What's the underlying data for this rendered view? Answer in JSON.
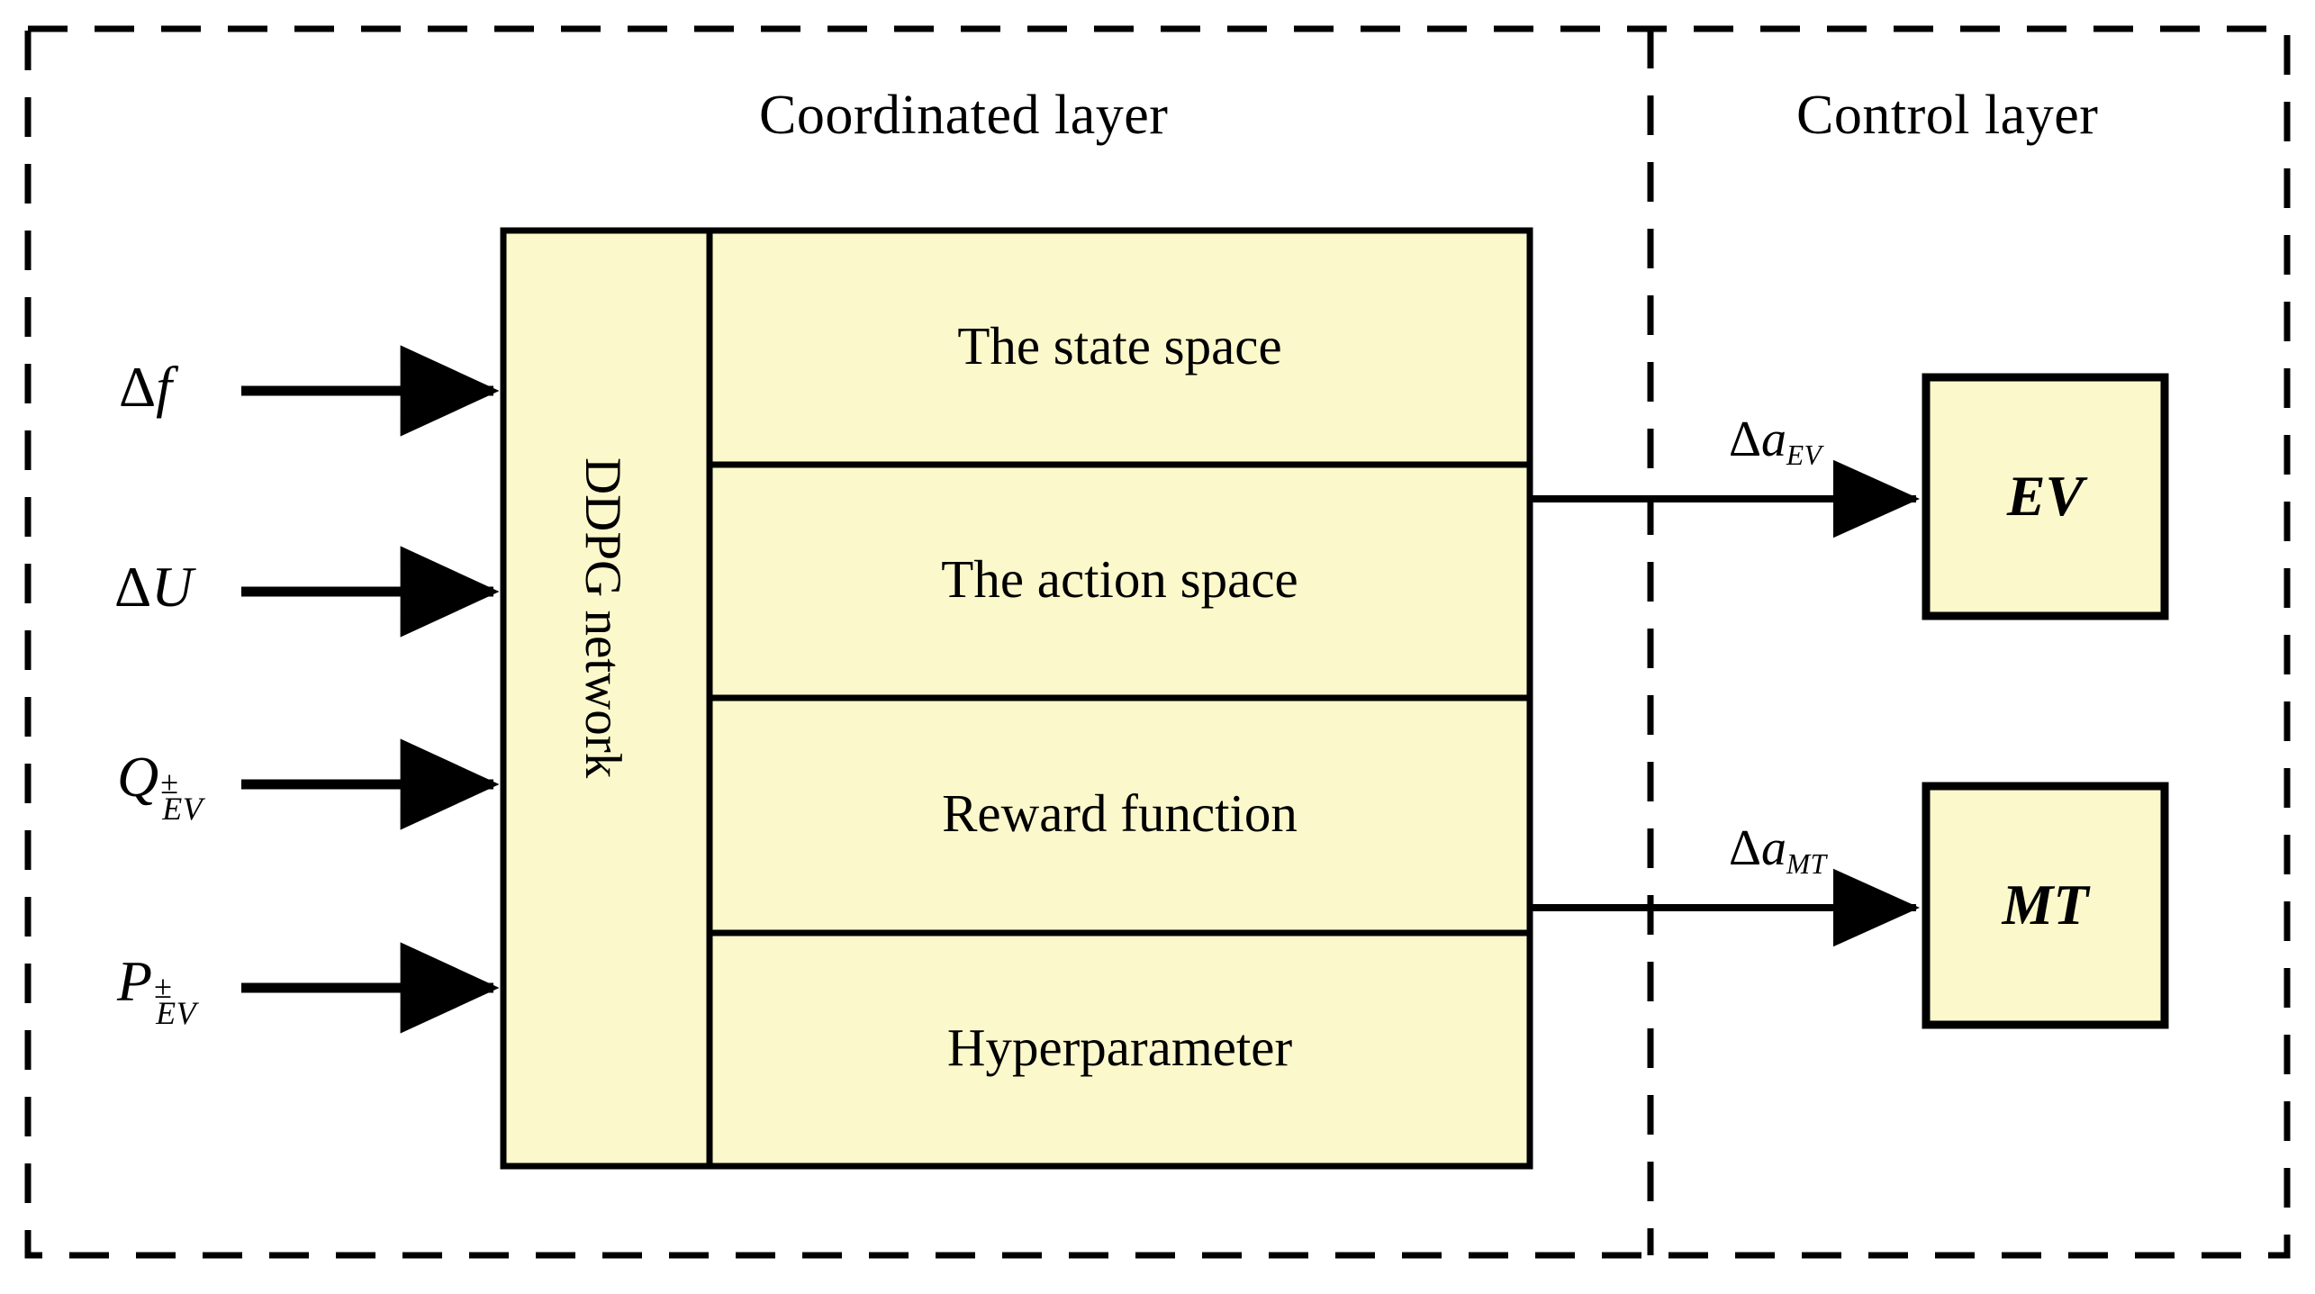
{
  "figure": {
    "type": "block-diagram",
    "background_color": "#ffffff",
    "box_fill_color": "#fbf8cb",
    "stroke_color": "#000000"
  },
  "layers": {
    "coordinated": {
      "title": "Coordinated layer"
    },
    "control": {
      "title": "Control layer"
    }
  },
  "inputs": [
    {
      "id": "delta-f",
      "base": "f",
      "delta": "Δ",
      "sup": "",
      "sub": ""
    },
    {
      "id": "delta-u",
      "base": "U",
      "delta": "Δ",
      "sup": "",
      "sub": ""
    },
    {
      "id": "q-ev",
      "base": "Q",
      "delta": "",
      "sup": "±",
      "sub": "EV"
    },
    {
      "id": "p-ev",
      "base": "P",
      "delta": "",
      "sup": "±",
      "sub": "EV"
    }
  ],
  "ddpg": {
    "column_label": "DDPG network",
    "rows": [
      {
        "id": "state-space",
        "label": "The state space"
      },
      {
        "id": "action-space",
        "label": "The action space"
      },
      {
        "id": "reward-function",
        "label": "Reward function"
      },
      {
        "id": "hyperparameter",
        "label": "Hyperparameter"
      }
    ]
  },
  "outputs": [
    {
      "id": "ev",
      "arrow_label": {
        "delta": "Δ",
        "base": "a",
        "sub": "EV"
      },
      "box_label": "EV"
    },
    {
      "id": "mt",
      "arrow_label": {
        "delta": "Δ",
        "base": "a",
        "sub": "MT"
      },
      "box_label": "MT"
    }
  ]
}
